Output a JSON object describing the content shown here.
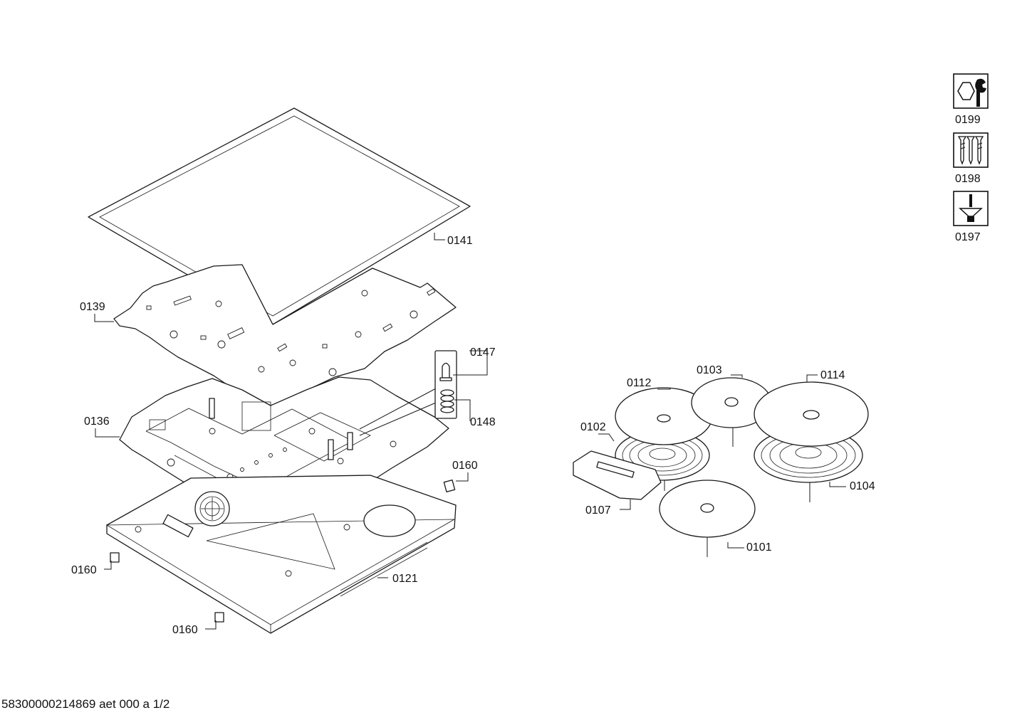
{
  "document_id": "58300000214869 aet 000 a 1/2",
  "part_labels": {
    "p0141": "0141",
    "p0139": "0139",
    "p0147": "0147",
    "p0148": "0148",
    "p0136": "0136",
    "p0160a": "0160",
    "p0160b": "0160",
    "p0160c": "0160",
    "p0121": "0121",
    "p0112": "0112",
    "p0103": "0103",
    "p0114": "0114",
    "p0102": "0102",
    "p0104": "0104",
    "p0107": "0107",
    "p0101": "0101"
  },
  "tool_icons": [
    {
      "code": "0199",
      "icon": "wrench-nut-icon"
    },
    {
      "code": "0198",
      "icon": "screws-icon"
    },
    {
      "code": "0197",
      "icon": "screwdriver-icon"
    }
  ]
}
